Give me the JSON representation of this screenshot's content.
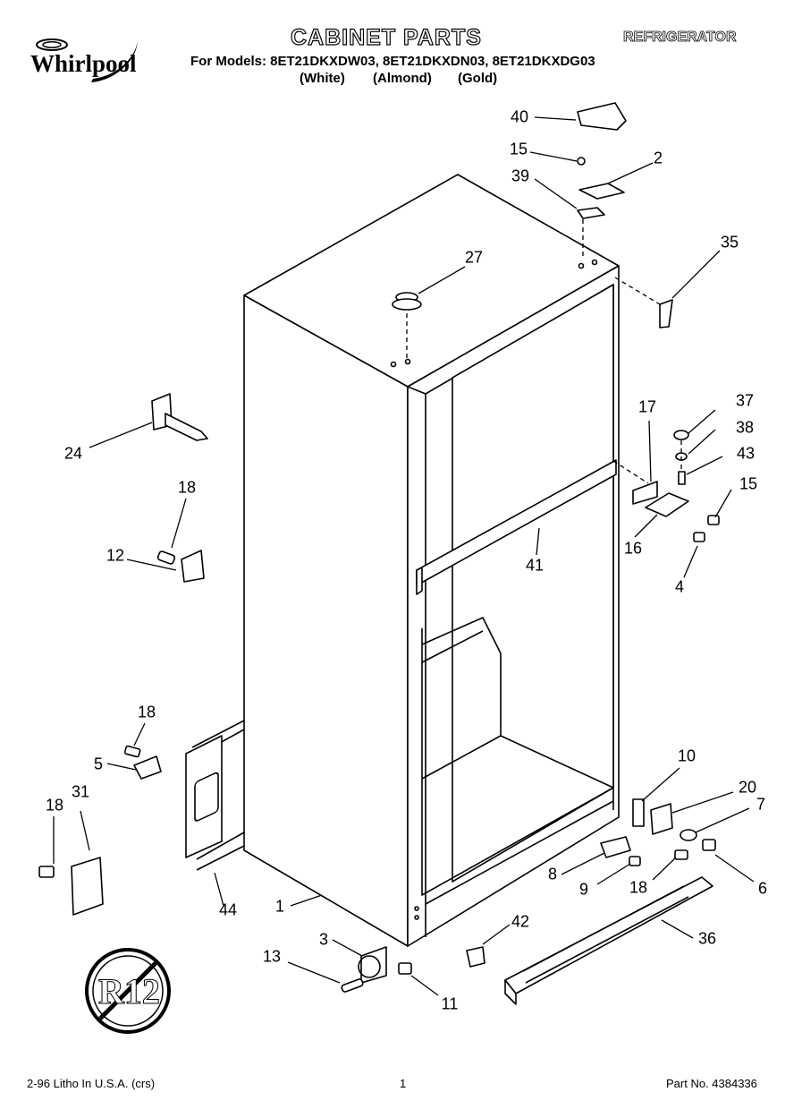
{
  "brand": "Whirlpool",
  "header": {
    "title": "CABINET PARTS",
    "category": "REFRIGERATOR",
    "models_line": "For Models: 8ET21DKXDW03, 8ET21DKXDN03, 8ET21DKXDG03",
    "variants": [
      "(White)",
      "(Almond)",
      "(Gold)"
    ]
  },
  "callouts": [
    {
      "id": "40",
      "label": "40"
    },
    {
      "id": "15a",
      "label": "15"
    },
    {
      "id": "2",
      "label": "2"
    },
    {
      "id": "39",
      "label": "39"
    },
    {
      "id": "35",
      "label": "35"
    },
    {
      "id": "27",
      "label": "27"
    },
    {
      "id": "24",
      "label": "24"
    },
    {
      "id": "18a",
      "label": "18"
    },
    {
      "id": "12",
      "label": "12"
    },
    {
      "id": "17",
      "label": "17"
    },
    {
      "id": "37",
      "label": "37"
    },
    {
      "id": "38",
      "label": "38"
    },
    {
      "id": "43",
      "label": "43"
    },
    {
      "id": "15b",
      "label": "15"
    },
    {
      "id": "16",
      "label": "16"
    },
    {
      "id": "41",
      "label": "41"
    },
    {
      "id": "4",
      "label": "4"
    },
    {
      "id": "18b",
      "label": "18"
    },
    {
      "id": "5",
      "label": "5"
    },
    {
      "id": "18c",
      "label": "18"
    },
    {
      "id": "31",
      "label": "31"
    },
    {
      "id": "10",
      "label": "10"
    },
    {
      "id": "20",
      "label": "20"
    },
    {
      "id": "7",
      "label": "7"
    },
    {
      "id": "8",
      "label": "8"
    },
    {
      "id": "9",
      "label": "9"
    },
    {
      "id": "18d",
      "label": "18"
    },
    {
      "id": "6",
      "label": "6"
    },
    {
      "id": "44",
      "label": "44"
    },
    {
      "id": "1",
      "label": "1"
    },
    {
      "id": "3",
      "label": "3"
    },
    {
      "id": "42",
      "label": "42"
    },
    {
      "id": "36",
      "label": "36"
    },
    {
      "id": "13",
      "label": "13"
    },
    {
      "id": "11",
      "label": "11"
    }
  ],
  "stamp_text": "R12",
  "footer": {
    "litho": "2-96 Litho In U.S.A. (crs)",
    "page": "1",
    "part_no": "Part No. 4384336"
  }
}
